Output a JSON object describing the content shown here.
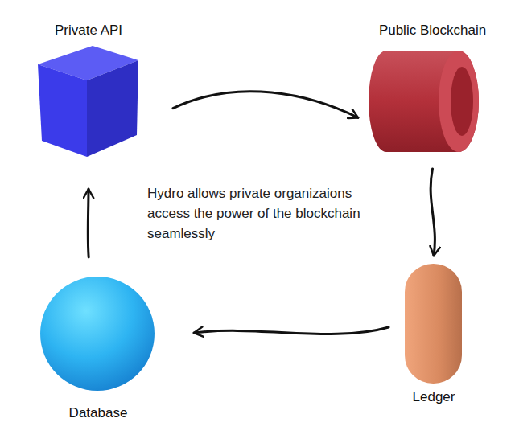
{
  "diagram": {
    "nodes": [
      {
        "text": [
          "Private API"
        ]
      },
      {
        "text": [
          "Public Blockchain"
        ]
      },
      {
        "text": [
          "Ledger"
        ]
      },
      {
        "text": [
          "Database"
        ]
      }
    ],
    "edges": [
      {
        "from": 0,
        "to": 1,
        "arrow": "to"
      },
      {
        "from": 1,
        "to": 2,
        "arrow": "to"
      },
      {
        "from": 2,
        "to": 3,
        "arrow": "to"
      },
      {
        "from": 3,
        "to": 0,
        "arrow": "to"
      }
    ],
    "labels": [
      "Hydro allows private organizaions access the power of the blockchain seamlessly"
    ]
  }
}
